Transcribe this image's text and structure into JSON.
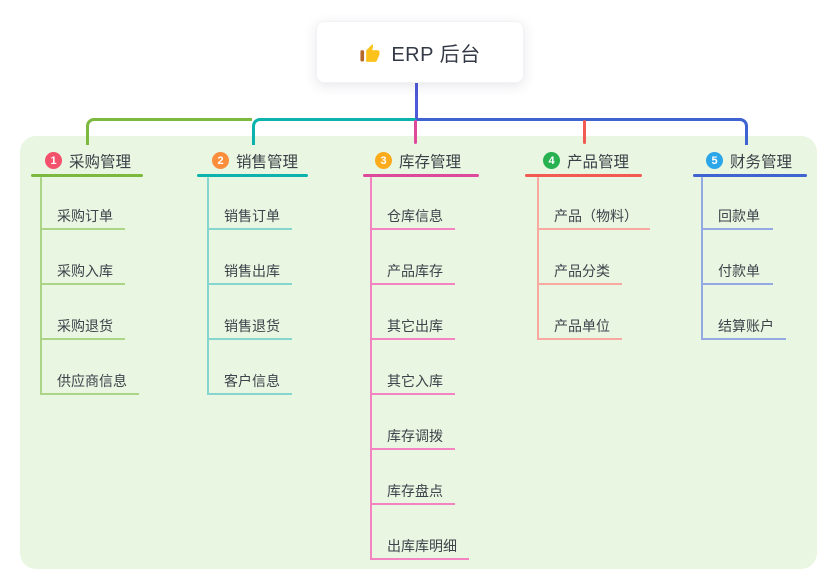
{
  "root": {
    "title": "ERP 后台",
    "icon": "thumbs-up-icon"
  },
  "colors": {
    "root_stem": "#4c59d8",
    "panel_bg": "#e9f6e1"
  },
  "branches": [
    {
      "num": "1",
      "title": "采购管理",
      "colors": {
        "badge": "#f4516c",
        "line": "#7cb93f",
        "child_line": "#abd487"
      },
      "children": [
        "采购订单",
        "采购入库",
        "采购退货",
        "供应商信息"
      ]
    },
    {
      "num": "2",
      "title": "销售管理",
      "colors": {
        "badge": "#fa8e3c",
        "line": "#0cb2ac",
        "child_line": "#84d6cf"
      },
      "children": [
        "销售订单",
        "销售出库",
        "销售退货",
        "客户信息"
      ]
    },
    {
      "num": "3",
      "title": "库存管理",
      "colors": {
        "badge": "#fbab1b",
        "line": "#dd4a9b",
        "child_line": "#f383c1"
      },
      "children": [
        "仓库信息",
        "产品库存",
        "其它出库",
        "其它入库",
        "库存调拨",
        "库存盘点",
        "出库库明细"
      ]
    },
    {
      "num": "4",
      "title": "产品管理",
      "colors": {
        "badge": "#27b150",
        "line": "#f15b51",
        "child_line": "#f9a8a2"
      },
      "children": [
        "产品（物料）",
        "产品分类",
        "产品单位"
      ]
    },
    {
      "num": "5",
      "title": "财务管理",
      "colors": {
        "badge": "#2ba6e8",
        "line": "#3f63d1",
        "child_line": "#92a9e4"
      },
      "children": [
        "回款单",
        "付款单",
        "结算账户"
      ]
    }
  ]
}
